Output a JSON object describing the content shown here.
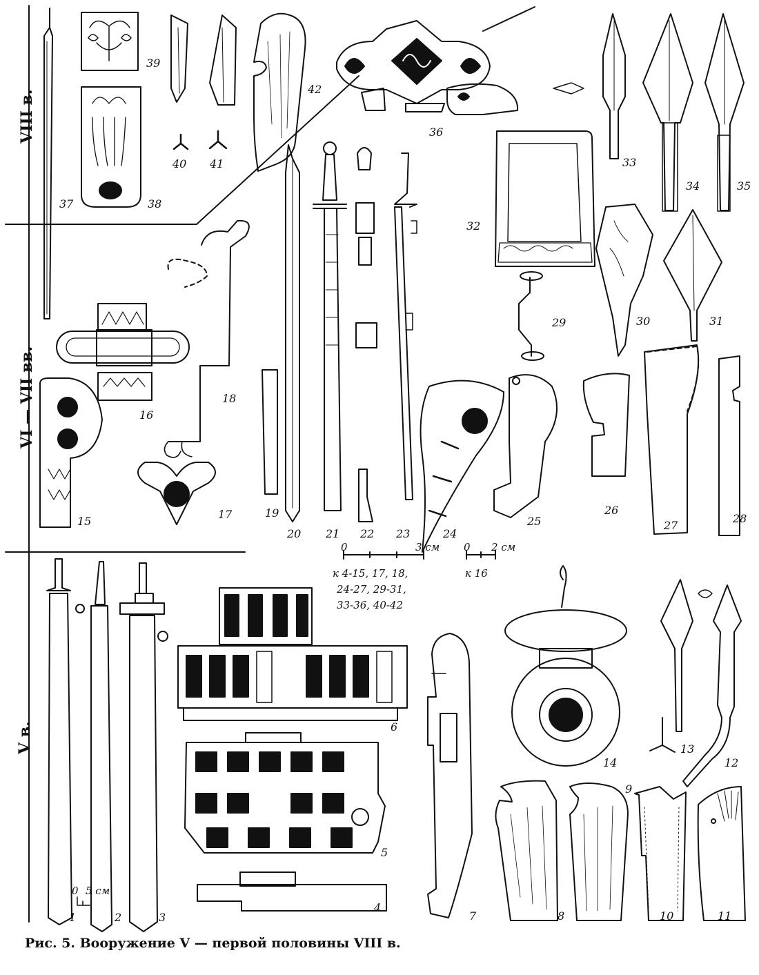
{
  "caption": "Рис. 5. Вооружение V — первой половины VIII в.",
  "periods": {
    "p8": "VIII в.",
    "p67": "VI — VII вв.",
    "p5": "V в."
  },
  "scale_bars": {
    "a": {
      "zero": "0",
      "end": "3 см",
      "applies": [
        "к 4-15, 17, 18,",
        "24-27, 29-31,",
        "33-36, 40-42"
      ]
    },
    "b": {
      "zero": "0",
      "end": "2 см",
      "applies": [
        "к 16"
      ]
    },
    "c": {
      "zero": "0",
      "end": "5 см"
    }
  },
  "labels": {
    "n1": "1",
    "n2": "2",
    "n3": "3",
    "n4": "4",
    "n5": "5",
    "n6": "6",
    "n7": "7",
    "n8": "8",
    "n9": "9",
    "n10": "10",
    "n11": "11",
    "n12": "12",
    "n13": "13",
    "n14": "14",
    "n15": "15",
    "n16": "16",
    "n17": "17",
    "n18": "18",
    "n19": "19",
    "n20": "20",
    "n21": "21",
    "n22": "22",
    "n23": "23",
    "n24": "24",
    "n25": "25",
    "n26": "26",
    "n27": "27",
    "n28": "28",
    "n29": "29",
    "n30": "30",
    "n31": "31",
    "n32": "32",
    "n33": "33",
    "n34": "34",
    "n35": "35",
    "n36": "36",
    "n37": "37",
    "n38": "38",
    "n39": "39",
    "n40": "40",
    "n41": "41",
    "n42": "42"
  }
}
